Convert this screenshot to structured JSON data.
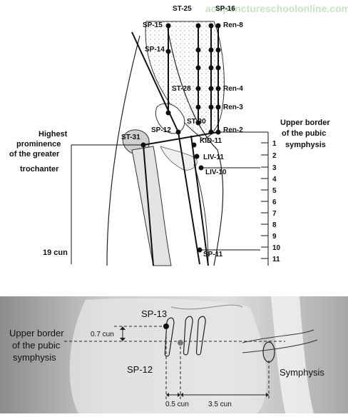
{
  "watermark": "acupunctureschoolonline.com",
  "top": {
    "points": {
      "st25": "ST-25",
      "sp16": "SP-16",
      "sp15": "SP-15",
      "ren8": "Ren-8",
      "sp14": "SP-14",
      "st28": "ST-28",
      "ren4": "Ren-4",
      "ren3": "Ren-3",
      "st30": "ST-30",
      "ren2": "Ren-2",
      "sp12": "SP-12",
      "st31": "ST-31",
      "kid11": "KID-11",
      "liv11": "LIV-11",
      "liv10": "LIV-10",
      "sp11": "SP-11"
    },
    "label_trochanter": [
      "Highest",
      "prominence",
      "of the greater",
      "trochanter"
    ],
    "label_pubic": [
      "Upper border",
      "of the pubic",
      "symphysis"
    ],
    "cun_total": "19 cun",
    "scale": [
      "1",
      "2",
      "3",
      "4",
      "5",
      "6",
      "7",
      "8",
      "9",
      "10",
      "11"
    ]
  },
  "bottom": {
    "sp13": "SP-13",
    "sp12": "SP-12",
    "label_upper": [
      "Upper border",
      "of the pubic",
      "symphysis"
    ],
    "dist_07": "0.7 cun",
    "dist_05": "0.5 cun",
    "dist_35": "3.5 cun",
    "symphysis": "Symphysis"
  }
}
